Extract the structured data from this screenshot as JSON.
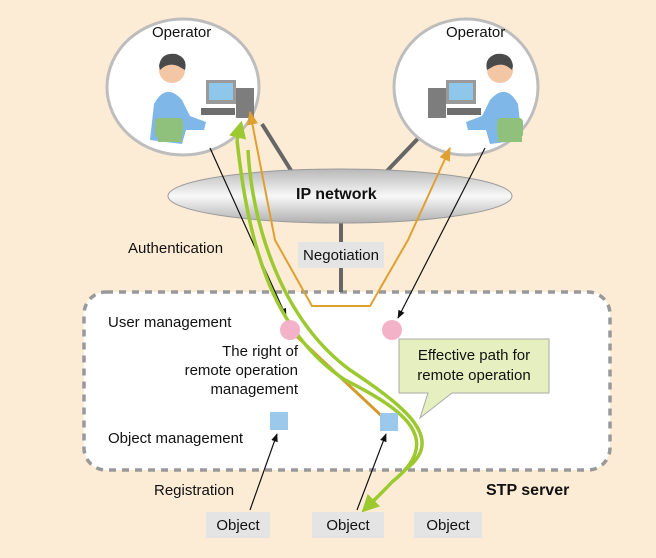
{
  "operators": {
    "left_label": "Operator",
    "right_label": "Operator"
  },
  "network": {
    "label": "IP network"
  },
  "labels": {
    "authentication": "Authentication",
    "negotiation": "Negotiation",
    "user_management": "User management",
    "right_of_remote_operation": "The right of remote operation management",
    "object_management": "Object management",
    "registration": "Registration",
    "stp_server": "STP server"
  },
  "callout": {
    "line1": "Effective path for",
    "line2": "remote operation"
  },
  "objects": [
    "Object",
    "Object",
    "Object"
  ],
  "colors": {
    "background": "#fcecd6",
    "server_fill": "#ffffff",
    "user_node": "#f4b2c8",
    "object_node": "#9cc8ec",
    "negotiation_path": "#e0a030",
    "effective_path": "#9cc830",
    "rights_line": "#d49a2c",
    "callout_fill": "#e6efc0"
  }
}
